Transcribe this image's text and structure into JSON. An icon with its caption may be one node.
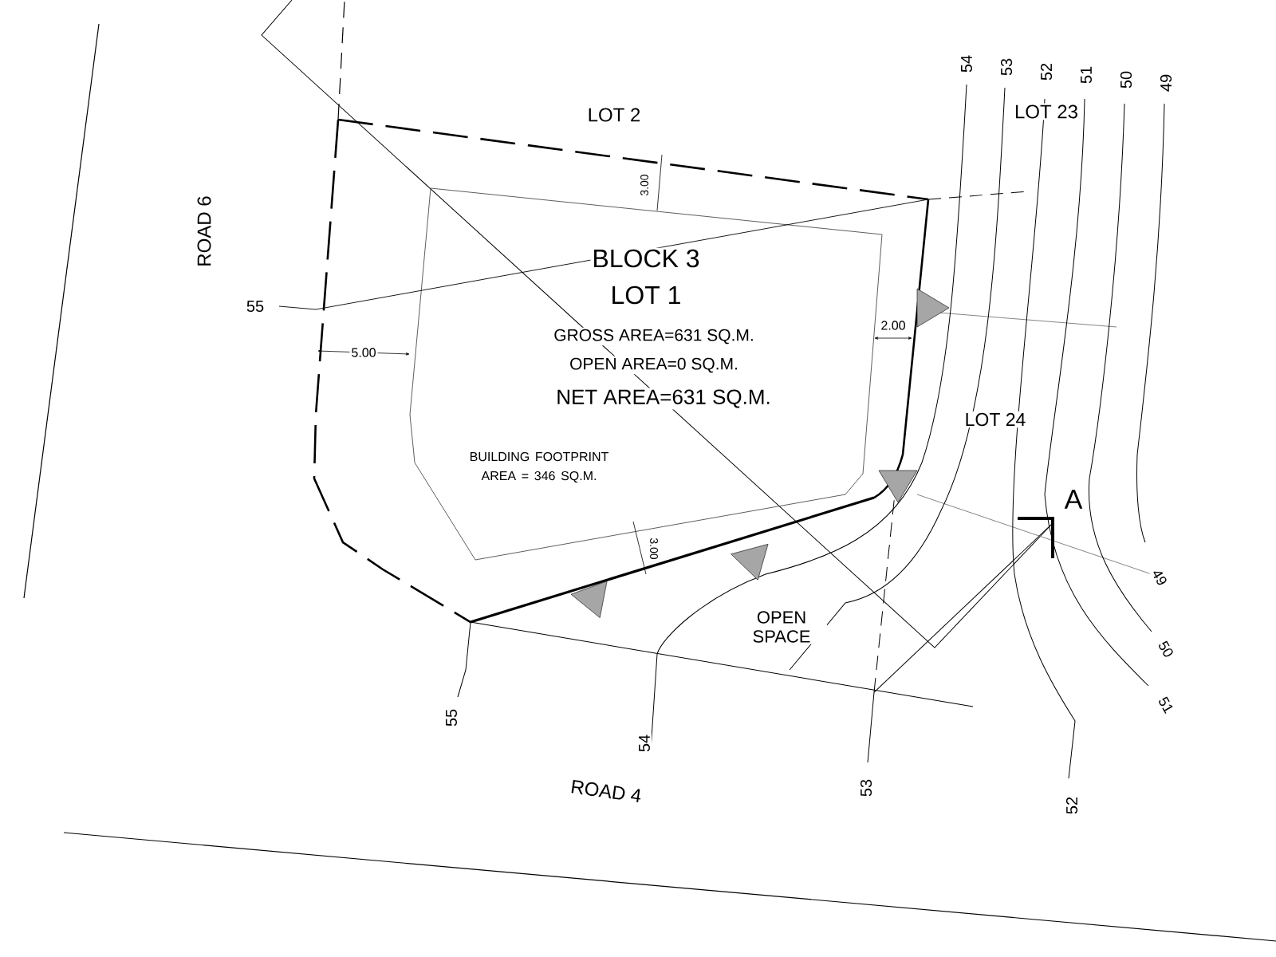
{
  "diagram": {
    "labels": [
      "LOT 2",
      "54",
      "53",
      "52",
      "51",
      "50",
      "49",
      "LOT 23",
      "ROAD 6",
      "3.00",
      "BLOCK 3",
      "LOT 1",
      "55",
      "GROSS AREA=631 SQ.M.",
      "2.00",
      "5.00",
      "OPEN AREA=0 SQ.M.",
      "NET AREA=631 SQ.M.",
      "LOT 24",
      "BUILDING FOOTPRINT AREA = 346 SQ.M.",
      "A",
      "3.00",
      "OPEN SPACE",
      "49",
      "50",
      "51",
      "55",
      "54",
      "53",
      "52",
      "ROAD 4"
    ]
  }
}
